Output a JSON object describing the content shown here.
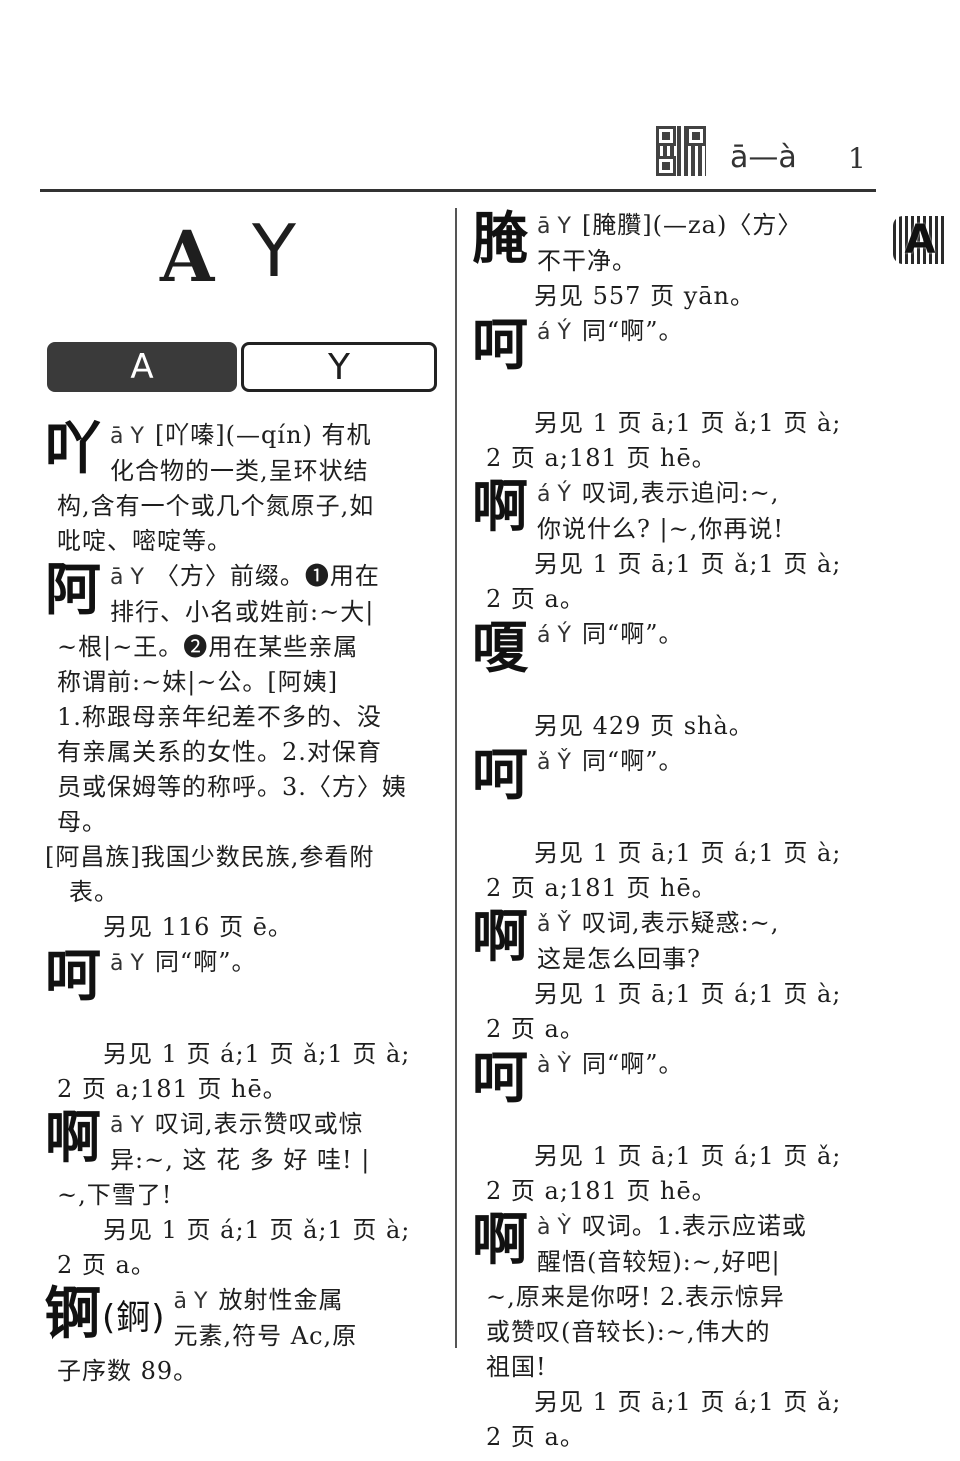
{
  "header": {
    "qr_icon": "qr-code-icon",
    "range": "ā—à",
    "page_number": "1",
    "thumb_tab_letter": "A"
  },
  "section": {
    "latin": "A",
    "zhuyin": "Y",
    "bar_left": "A",
    "bar_right": "Y"
  },
  "left_column": [
    {
      "headword": "吖",
      "pinyin": "ā",
      "zhuyin": "Y",
      "lines": [
        "[吖嗪](—qín) 有机",
        "化合物的一类,呈环状结",
        "构,含有一个或几个氮原子,如",
        "吡啶、嘧啶等。"
      ]
    },
    {
      "headword": "阿",
      "pinyin": "ā",
      "zhuyin": "Y",
      "lines": [
        "〈方〉前缀。❶用在",
        "排行、小名或姓前:~大|",
        "~根|~王。❷用在某些亲属",
        "称谓前:~妹|~公。[阿姨]",
        "1.称跟母亲年纪差不多的、没",
        "有亲属关系的女性。2.对保育",
        "员或保姆等的称呼。3.〈方〉姨",
        "母。",
        "[阿昌族]我国少数民族,参看附",
        "表。"
      ],
      "see_also": [
        "另见 116 页 ē。"
      ]
    },
    {
      "headword": "呵",
      "pinyin": "ā",
      "zhuyin": "Y",
      "lines": [
        "同“啊”。"
      ],
      "see_also": [
        "另见 1 页 á;1 页 ǎ;1 页 à;",
        "2 页 a;181 页 hē。"
      ]
    },
    {
      "headword": "啊",
      "pinyin": "ā",
      "zhuyin": "Y",
      "lines": [
        "叹词,表示赞叹或惊",
        "异:~, 这 花 多 好 哇! |",
        "~,下雪了!"
      ],
      "see_also": [
        "另见 1 页 á;1 页 ǎ;1 页 à;",
        "2 页 a。"
      ]
    },
    {
      "headword": "锕",
      "traditional": "(錒)",
      "pinyin": "ā",
      "zhuyin": "Y",
      "lines": [
        "放射性金属",
        "元素,符号 Ac,原",
        "子序数 89。"
      ]
    }
  ],
  "right_column": [
    {
      "headword": "腌",
      "pinyin": "ā",
      "zhuyin": "Y",
      "lines": [
        "[腌臢](—za)〈方〉",
        "不干净。"
      ],
      "see_also": [
        "另见 557 页 yān。"
      ]
    },
    {
      "headword": "呵",
      "pinyin": "á",
      "zhuyin": "Ý",
      "lines": [
        "同“啊”。"
      ],
      "see_also": [
        "另见 1 页 ā;1 页 ǎ;1 页 à;",
        "2 页 a;181 页 hē。"
      ]
    },
    {
      "headword": "啊",
      "pinyin": "á",
      "zhuyin": "Ý",
      "lines": [
        "叹词,表示追问:~,",
        "你说什么? |~,你再说!"
      ],
      "see_also": [
        "另见 1 页 ā;1 页 ǎ;1 页 à;",
        "2 页 a。"
      ]
    },
    {
      "headword": "嗄",
      "pinyin": "á",
      "zhuyin": "Ý",
      "lines": [
        "同“啊”。"
      ],
      "see_also": [
        "另见 429 页 shà。"
      ]
    },
    {
      "headword": "呵",
      "pinyin": "ǎ",
      "zhuyin": "Y̌",
      "lines": [
        "同“啊”。"
      ],
      "see_also": [
        "另见 1 页 ā;1 页 á;1 页 à;",
        "2 页 a;181 页 hē。"
      ]
    },
    {
      "headword": "啊",
      "pinyin": "ǎ",
      "zhuyin": "Y̌",
      "lines": [
        "叹词,表示疑惑:~,",
        "这是怎么回事?"
      ],
      "see_also": [
        "另见 1 页 ā;1 页 á;1 页 à;",
        "2 页 a。"
      ]
    },
    {
      "headword": "呵",
      "pinyin": "à",
      "zhuyin": "Ỳ",
      "lines": [
        "同“啊”。"
      ],
      "see_also": [
        "另见 1 页 ā;1 页 á;1 页 ǎ;",
        "2 页 a;181 页 hē。"
      ]
    },
    {
      "headword": "啊",
      "pinyin": "à",
      "zhuyin": "Ỳ",
      "lines": [
        "叹词。1.表示应诺或",
        "醒悟(音较短):~,好吧|",
        "~,原来是你呀! 2.表示惊异",
        "或赞叹(音较长):~,伟大的",
        "祖国!"
      ],
      "see_also": [
        "另见 1 页 ā;1 页 á;1 页 ǎ;",
        "2 页 a。"
      ]
    }
  ]
}
